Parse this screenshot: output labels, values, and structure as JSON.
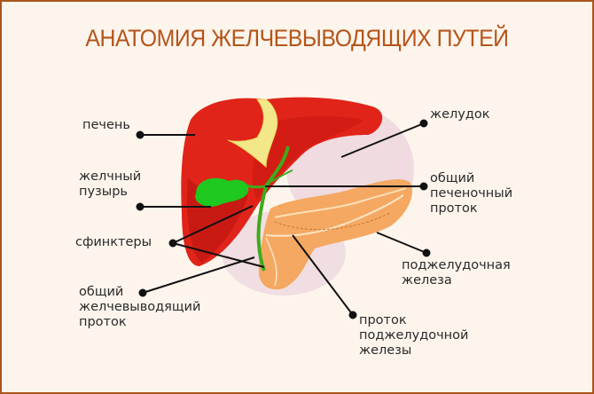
{
  "title": "АНАТОМИЯ ЖЕЛЧЕВЫВОДЯЩИХ ПУТЕЙ",
  "colors": {
    "border": "#a8551c",
    "background": "#fdf5ec",
    "title": "#b5541a",
    "liver": "#e0241a",
    "liver_dark": "#b5120f",
    "gallbladder": "#1ec81e",
    "stomach": "#ecd6de",
    "pancreas": "#f5a862",
    "duct": "#5cbf2a",
    "ligament": "#f2e88a",
    "leader_line": "#111111"
  },
  "labels": {
    "liver": "печень",
    "gallbladder": "желчный\nпузырь",
    "sphincters": "сфинктеры",
    "common_bile_duct": "общий\nжелчевыводящий\nпроток",
    "stomach": "желудок",
    "common_hepatic_duct": "общий\nпеченочный\nпроток",
    "pancreas": "поджелудочная\nжелеза",
    "pancreatic_duct": "проток\nподжелудочной\nжелезы"
  }
}
